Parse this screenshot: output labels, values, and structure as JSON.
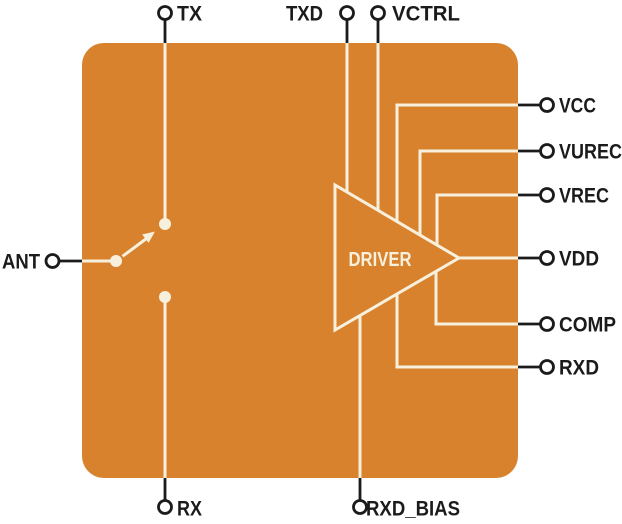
{
  "diagram": {
    "chip": {
      "driver_label": "DRIVER"
    },
    "pins": {
      "top": {
        "tx": "TX",
        "txd": "TXD",
        "vctrl": "VCTRL"
      },
      "left": {
        "ant": "ANT"
      },
      "right": {
        "vcc": "VCC",
        "vurec": "VUREC",
        "vrec": "VREC",
        "vdd": "VDD",
        "comp": "COMP",
        "rxd": "RXD"
      },
      "bottom": {
        "rx": "RX",
        "rxd_bias": "RXD_BIAS"
      }
    }
  },
  "colors": {
    "background": "#FFFFFF",
    "chip_fill": "#D8822E",
    "wire": "#F7F0DC",
    "line": "#1B1B1B"
  }
}
